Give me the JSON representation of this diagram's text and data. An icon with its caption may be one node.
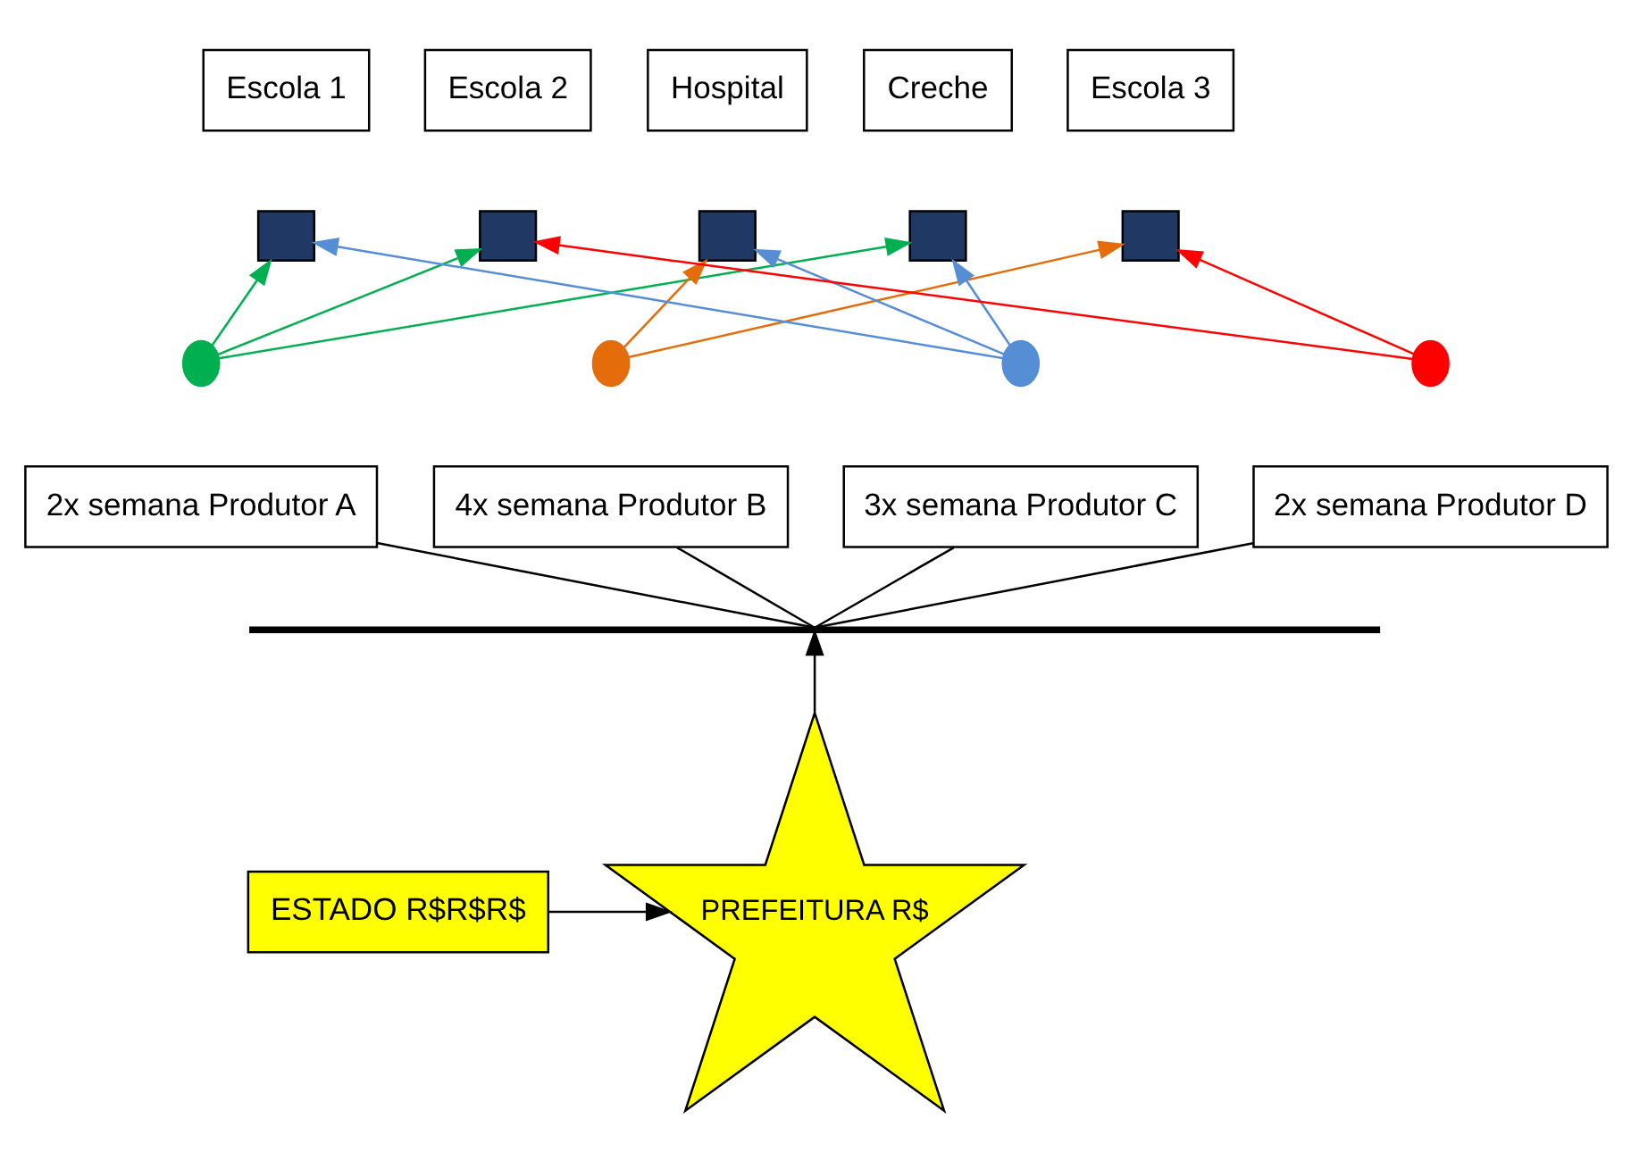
{
  "diagram": {
    "nodes": [
      {
        "text": [
          "Escola 1"
        ]
      },
      {
        "text": [
          "Escola 2"
        ]
      },
      {
        "text": [
          "Hospital"
        ]
      },
      {
        "text": [
          "Creche"
        ]
      },
      {
        "text": [
          "Escola 3"
        ]
      },
      {
        "text": [],
        "shape": "box"
      },
      {
        "text": [],
        "shape": "box"
      },
      {
        "text": [],
        "shape": "box"
      },
      {
        "text": [],
        "shape": "box"
      },
      {
        "text": [],
        "shape": "box"
      },
      {
        "text": [],
        "shape": "circle"
      },
      {
        "text": [],
        "shape": "circle"
      },
      {
        "text": [],
        "shape": "circle"
      },
      {
        "text": [],
        "shape": "circle"
      },
      {
        "text": [
          "2x semana Produtor A"
        ]
      },
      {
        "text": [
          "4x semana Produtor B"
        ]
      },
      {
        "text": [
          "3x semana Produtor C"
        ]
      },
      {
        "text": [
          "2x semana Produtor D"
        ]
      },
      {
        "text": [
          "PREFEITURA R$"
        ]
      },
      {
        "text": [
          "ESTADO R$R$R$"
        ]
      },
      {
        "text": [],
        "shape": "bar"
      }
    ],
    "edges": [
      {
        "from": 10,
        "to": 5,
        "arrow": "to",
        "color": "#00b050"
      },
      {
        "from": 10,
        "to": 6,
        "arrow": "to",
        "color": "#00b050"
      },
      {
        "from": 10,
        "to": 8,
        "arrow": "to",
        "color": "#00b050"
      },
      {
        "from": 11,
        "to": 7,
        "arrow": "to",
        "color": "#e46c0a"
      },
      {
        "from": 11,
        "to": 9,
        "arrow": "to",
        "color": "#e46c0a"
      },
      {
        "from": 12,
        "to": 5,
        "arrow": "to",
        "color": "#558ed5"
      },
      {
        "from": 12,
        "to": 7,
        "arrow": "to",
        "color": "#558ed5"
      },
      {
        "from": 12,
        "to": 8,
        "arrow": "to",
        "color": "#558ed5"
      },
      {
        "from": 13,
        "to": 6,
        "arrow": "to",
        "color": "#ff0000"
      },
      {
        "from": 13,
        "to": 9,
        "arrow": "to",
        "color": "#ff0000"
      },
      {
        "from": 14,
        "to": 20,
        "arrow": "none",
        "color": "#000000"
      },
      {
        "from": 15,
        "to": 20,
        "arrow": "none",
        "color": "#000000"
      },
      {
        "from": 16,
        "to": 20,
        "arrow": "none",
        "color": "#000000"
      },
      {
        "from": 17,
        "to": 20,
        "arrow": "none",
        "color": "#000000"
      },
      {
        "from": 18,
        "to": 20,
        "arrow": "to",
        "color": "#000000"
      },
      {
        "from": 19,
        "to": 18,
        "arrow": "to",
        "color": "#000000"
      }
    ]
  }
}
